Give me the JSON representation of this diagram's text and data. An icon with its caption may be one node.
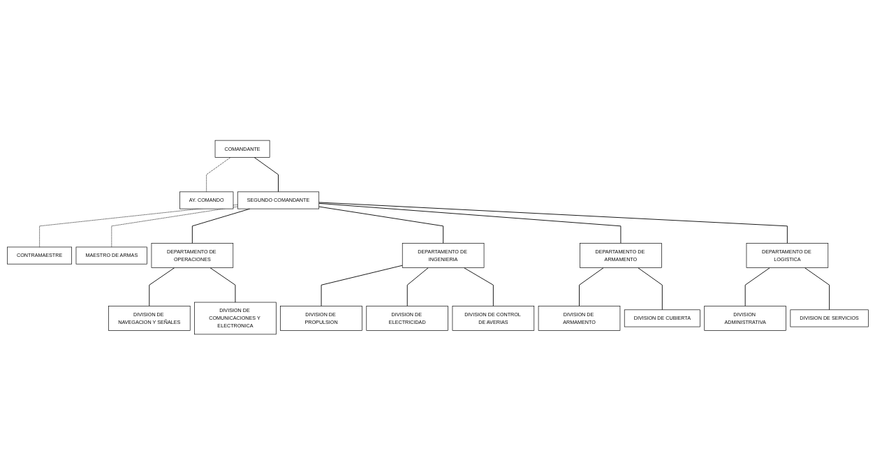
{
  "diagram": {
    "nodes": [
      {
        "text": [
          "COMANDANTE"
        ]
      },
      {
        "text": [
          "AY. COMANDO"
        ]
      },
      {
        "text": [
          "SEGUNDO COMANDANTE"
        ]
      },
      {
        "text": [
          "CONTRAMAESTRE"
        ]
      },
      {
        "text": [
          "MAESTRO DE ARMAS"
        ]
      },
      {
        "text": [
          "DEPARTAMENTO DE OPERACIONES"
        ]
      },
      {
        "text": [
          "DEPARTAMENTO DE INGENIERIA"
        ]
      },
      {
        "text": [
          "DEPARTAMENTO DE ARMAMENTO"
        ]
      },
      {
        "text": [
          "DEPARTAMENTO DE LOGISTICA"
        ]
      },
      {
        "text": [
          "DIVISION DE NAVEGACION Y SEÑALES"
        ]
      },
      {
        "text": [
          "DIVISION DE COMUNICACIONES Y ELECTRONICA"
        ]
      },
      {
        "text": [
          "DIVISION DE PROPULSION"
        ]
      },
      {
        "text": [
          "DIVISION DE ELECTRICIDAD"
        ]
      },
      {
        "text": [
          "DIVISION DE CONTROL DE AVERIAS"
        ]
      },
      {
        "text": [
          "DIVISION DE ARMAMENTO"
        ]
      },
      {
        "text": [
          "DIVISION DE CUBIERTA"
        ]
      },
      {
        "text": [
          "DIVISION ADMINISTRATIVA"
        ]
      },
      {
        "text": [
          "DIVISION DE SERVICIOS"
        ]
      }
    ],
    "edges": [
      {
        "from": 0,
        "to": 1,
        "arrow": "none",
        "style": "dashed"
      },
      {
        "from": 0,
        "to": 2,
        "arrow": "none"
      },
      {
        "from": 2,
        "to": 3,
        "arrow": "none",
        "style": "dashed"
      },
      {
        "from": 2,
        "to": 5,
        "arrow": "none"
      },
      {
        "from": 2,
        "to": 6,
        "arrow": "none"
      },
      {
        "from": 2,
        "to": 7,
        "arrow": "none"
      },
      {
        "from": 2,
        "to": 8,
        "arrow": "none"
      },
      {
        "from": 2,
        "to": 4,
        "arrow": "none",
        "style": "dashed"
      },
      {
        "from": 5,
        "to": 9,
        "arrow": "none"
      },
      {
        "from": 5,
        "to": 10,
        "arrow": "none"
      },
      {
        "from": 6,
        "to": 11,
        "arrow": "none"
      },
      {
        "from": 6,
        "to": 12,
        "arrow": "none"
      },
      {
        "from": 6,
        "to": 13,
        "arrow": "none"
      },
      {
        "from": 7,
        "to": 14,
        "arrow": "none"
      },
      {
        "from": 7,
        "to": 15,
        "arrow": "none"
      },
      {
        "from": 8,
        "to": 16,
        "arrow": "none"
      },
      {
        "from": 8,
        "to": 17,
        "arrow": "none"
      }
    ]
  }
}
